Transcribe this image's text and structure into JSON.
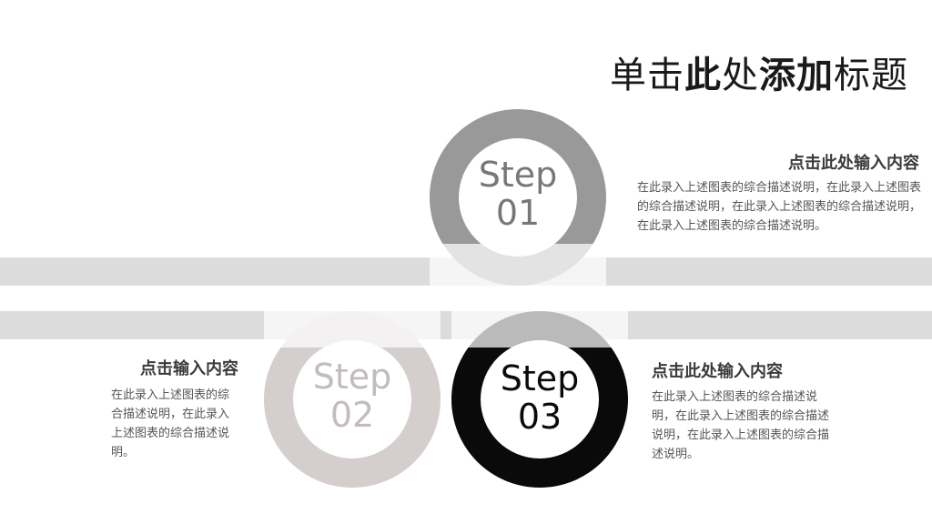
{
  "title": {
    "part1": "单击",
    "part2": "此",
    "part3": "处",
    "part4": "添加",
    "part5": "标题"
  },
  "colors": {
    "step1": "#999999",
    "step2": "#d4cecd",
    "step3": "#0a0a0a",
    "band": "#dcdcdc"
  },
  "steps": [
    {
      "line1": "Step",
      "line2": "01",
      "heading": "点击此处输入内容",
      "text": "在此录入上述图表的综合描述说明，在此录入上述图表的综合描述说明，在此录入上述图表的综合描述说明，在此录入上述图表的综合描述说明。"
    },
    {
      "line1": "Step",
      "line2": "02",
      "heading": "点击输入内容",
      "text": "在此录入上述图表的综合描述说明，在此录入上述图表的综合描述说明。"
    },
    {
      "line1": "Step",
      "line2": "03",
      "heading": "点击此处输入内容",
      "text": "在此录入上述图表的综合描述说明，在此录入上述图表的综合描述说明，在此录入上述图表的综合描述说明。"
    }
  ]
}
